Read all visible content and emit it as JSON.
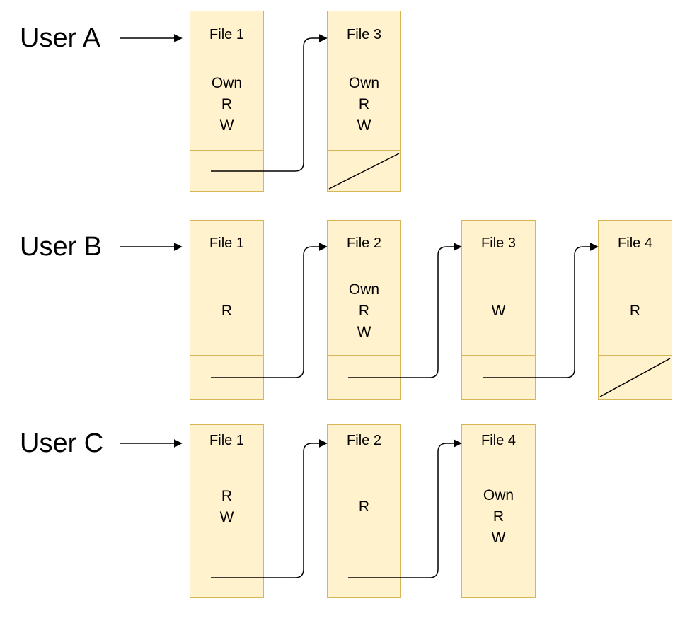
{
  "colors": {
    "background": "#FFFFFF",
    "box_fill": "#FFF2CC",
    "box_border": "#D6B656",
    "line": "#000000",
    "text": "#000000"
  },
  "rows": [
    {
      "user_label": "User A",
      "nodes": [
        {
          "file": "File 1",
          "perms": [
            "Own",
            "R",
            "W"
          ],
          "next": "pointer"
        },
        {
          "file": "File 3",
          "perms": [
            "Own",
            "R",
            "W"
          ],
          "next": "null"
        }
      ]
    },
    {
      "user_label": "User B",
      "nodes": [
        {
          "file": "File 1",
          "perms": [
            "R"
          ],
          "next": "pointer"
        },
        {
          "file": "File 2",
          "perms": [
            "Own",
            "R",
            "W"
          ],
          "next": "pointer"
        },
        {
          "file": "File 3",
          "perms": [
            "W"
          ],
          "next": "pointer"
        },
        {
          "file": "File 4",
          "perms": [
            "R"
          ],
          "next": "null"
        }
      ]
    },
    {
      "user_label": "User C",
      "nodes": [
        {
          "file": "File 1",
          "perms": [
            "R",
            "W"
          ],
          "next": "pointer"
        },
        {
          "file": "File 2",
          "perms": [
            "R"
          ],
          "next": "pointer"
        },
        {
          "file": "File 4",
          "perms": [
            "Own",
            "R",
            "W"
          ],
          "next": "none"
        }
      ]
    }
  ]
}
